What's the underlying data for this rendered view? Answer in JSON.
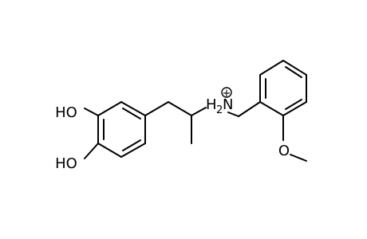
{
  "molecule": {
    "labels": {
      "hydroxyl_top": "HO",
      "hydroxyl_bottom": "HO",
      "ammonium_h": "H",
      "ammonium_sub": "2",
      "ammonium_n": "N",
      "ammonium_charge": "+",
      "methoxy_o": "O"
    },
    "colors": {
      "bond": "#000000",
      "text": "#000000",
      "background": "#ffffff"
    }
  }
}
